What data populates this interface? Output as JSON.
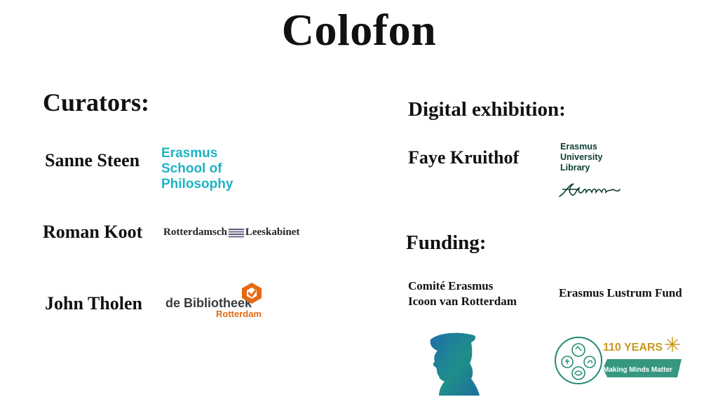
{
  "title": "Colofon",
  "curators": {
    "heading": "Curators:",
    "people": [
      {
        "name": "Sanne Steen",
        "logo_lines": [
          "Erasmus",
          "School of",
          "Philosophy"
        ]
      },
      {
        "name": "Roman Koot",
        "logo_left": "Rotterdamsch",
        "logo_right": "Leeskabinet"
      },
      {
        "name": "John Tholen",
        "logo_main": "de Bibliotheek",
        "logo_sub": "Rotterdam"
      }
    ]
  },
  "digital": {
    "heading": "Digital exhibition:",
    "name": "Faye Kruithof",
    "logo_lines": [
      "Erasmus",
      "University",
      "Library"
    ]
  },
  "funding": {
    "heading": "Funding:",
    "funder1_lines": [
      "Comité Erasmus",
      "Icoon van Rotterdam"
    ],
    "funder2": "Erasmus Lustrum Fund",
    "years_text": "110 YEARS",
    "tagline": "Making Minds Matter"
  },
  "colors": {
    "esp_teal": "#1eb3c6",
    "bib_orange": "#e56a12",
    "eur_green": "#0b3d33",
    "lustrum_gold": "#c89a1c",
    "lustrum_green": "#1f8c72"
  }
}
